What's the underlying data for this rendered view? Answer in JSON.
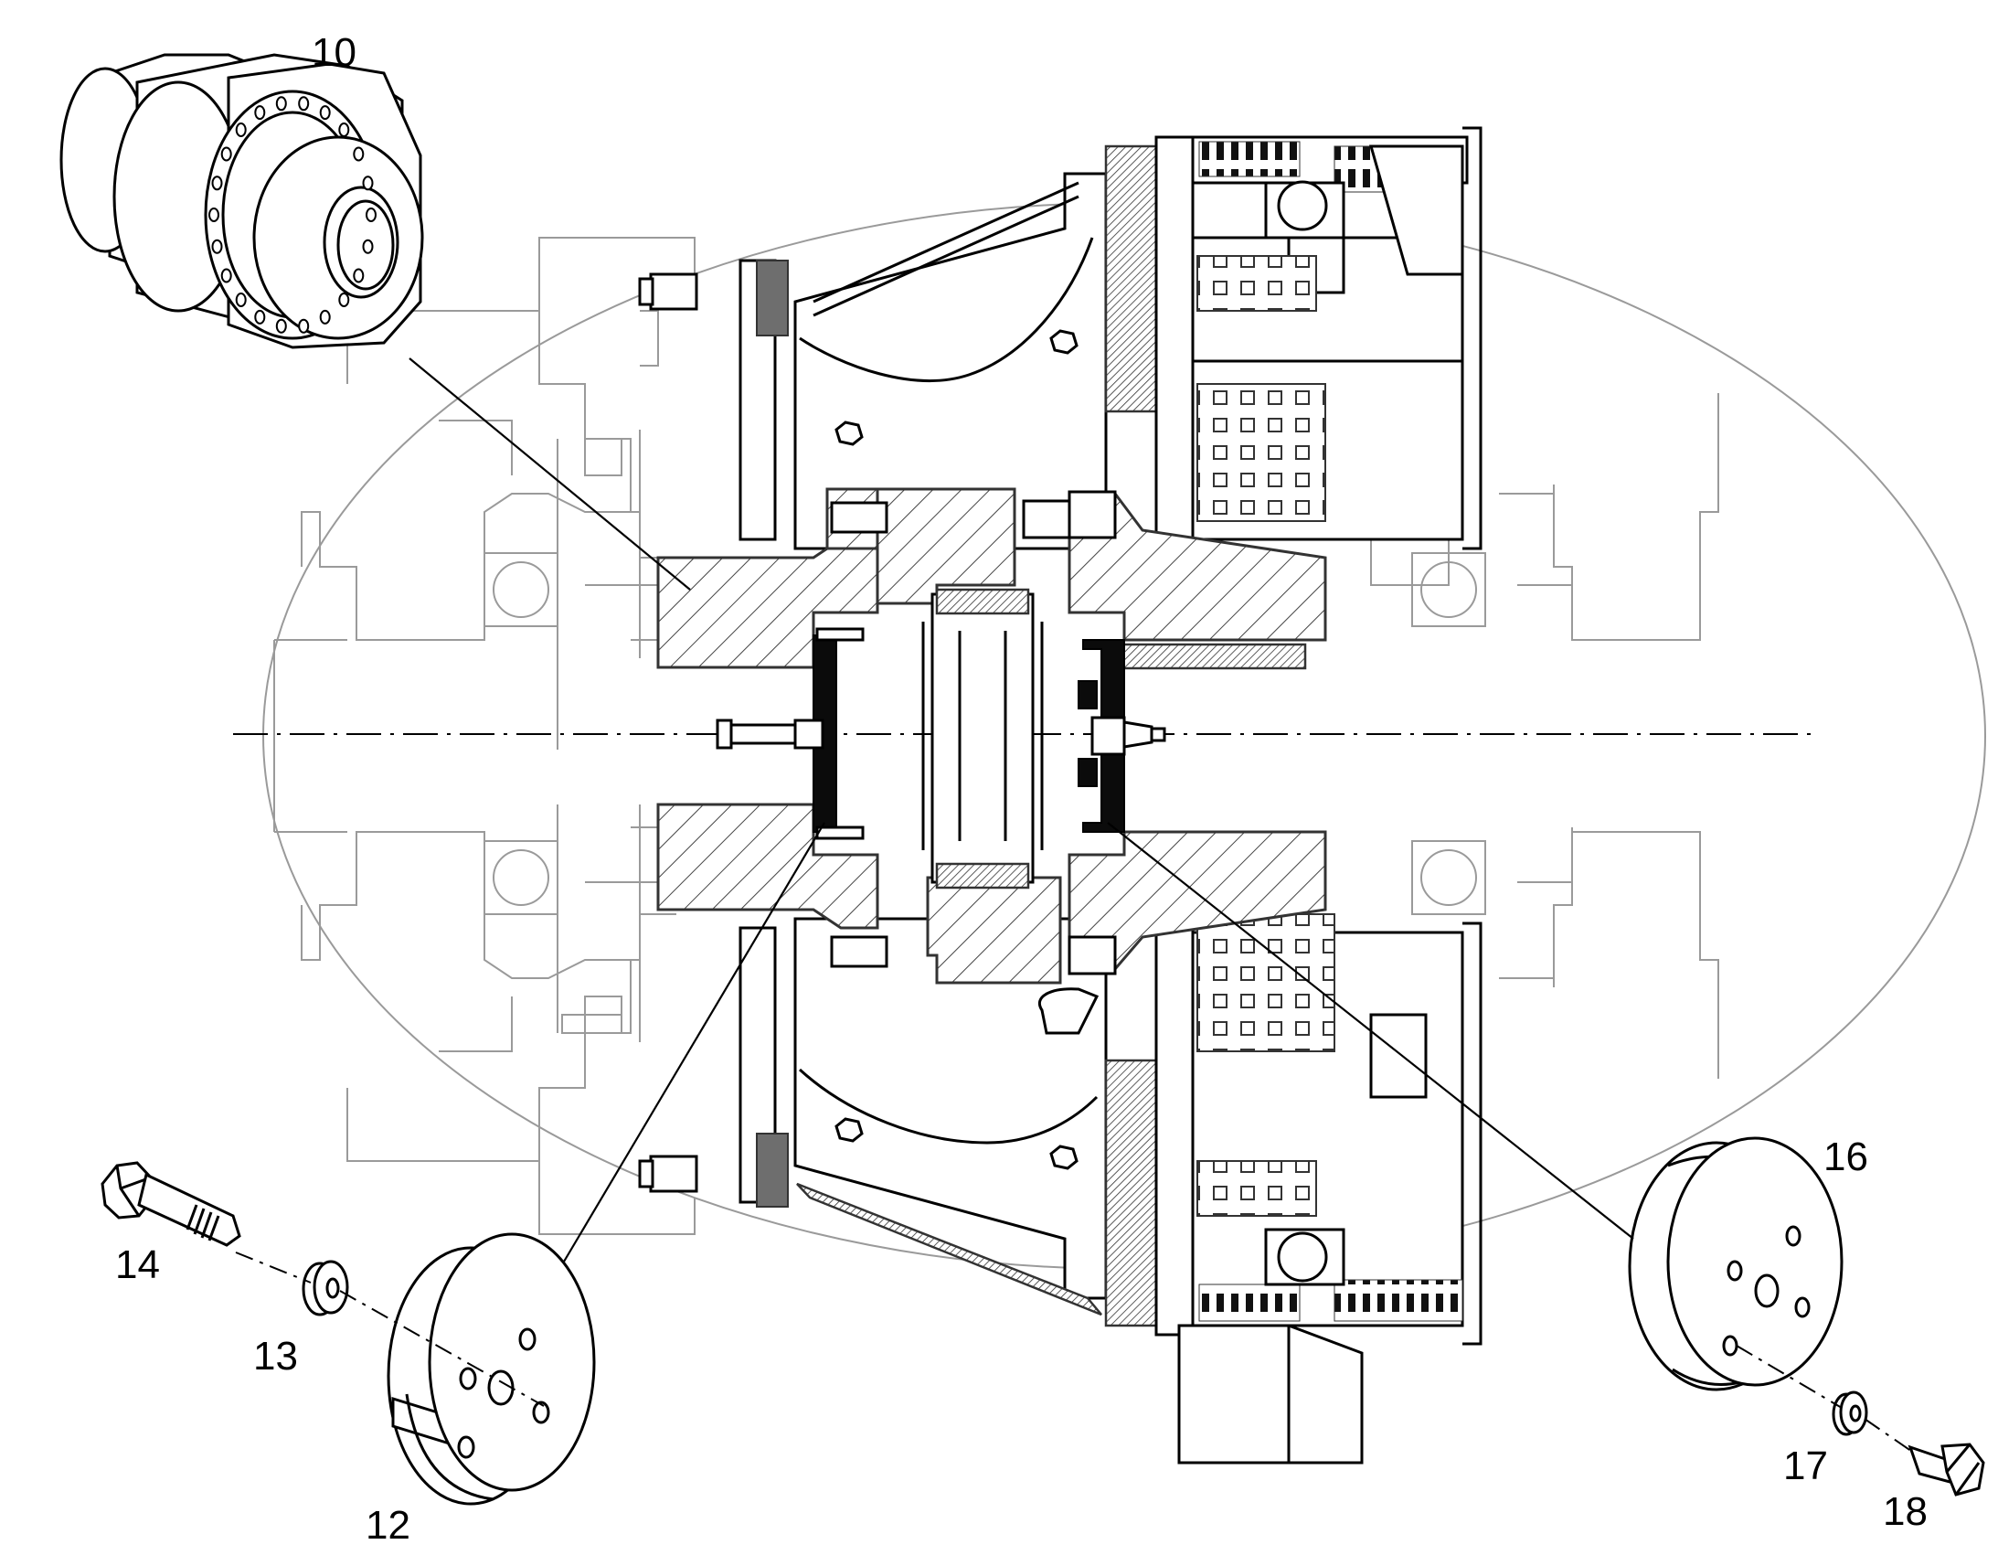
{
  "diagram": {
    "callouts": [
      {
        "id": "10",
        "text": "10"
      },
      {
        "id": "12",
        "text": "12"
      },
      {
        "id": "13",
        "text": "13"
      },
      {
        "id": "14",
        "text": "14"
      },
      {
        "id": "16",
        "text": "16"
      },
      {
        "id": "17",
        "text": "17"
      },
      {
        "id": "18",
        "text": "18"
      }
    ],
    "colors": {
      "line": "#000000",
      "background_detail": "#9a9a9a",
      "seal_fill": "#0b0b0b",
      "gasket_fill": "#6e6e6e",
      "paper": "#ffffff"
    },
    "icons": [
      "coupling-hub-part",
      "flange-disc-part",
      "washer-part",
      "hex-bolt-part",
      "short-bolt-part",
      "centerline"
    ]
  }
}
